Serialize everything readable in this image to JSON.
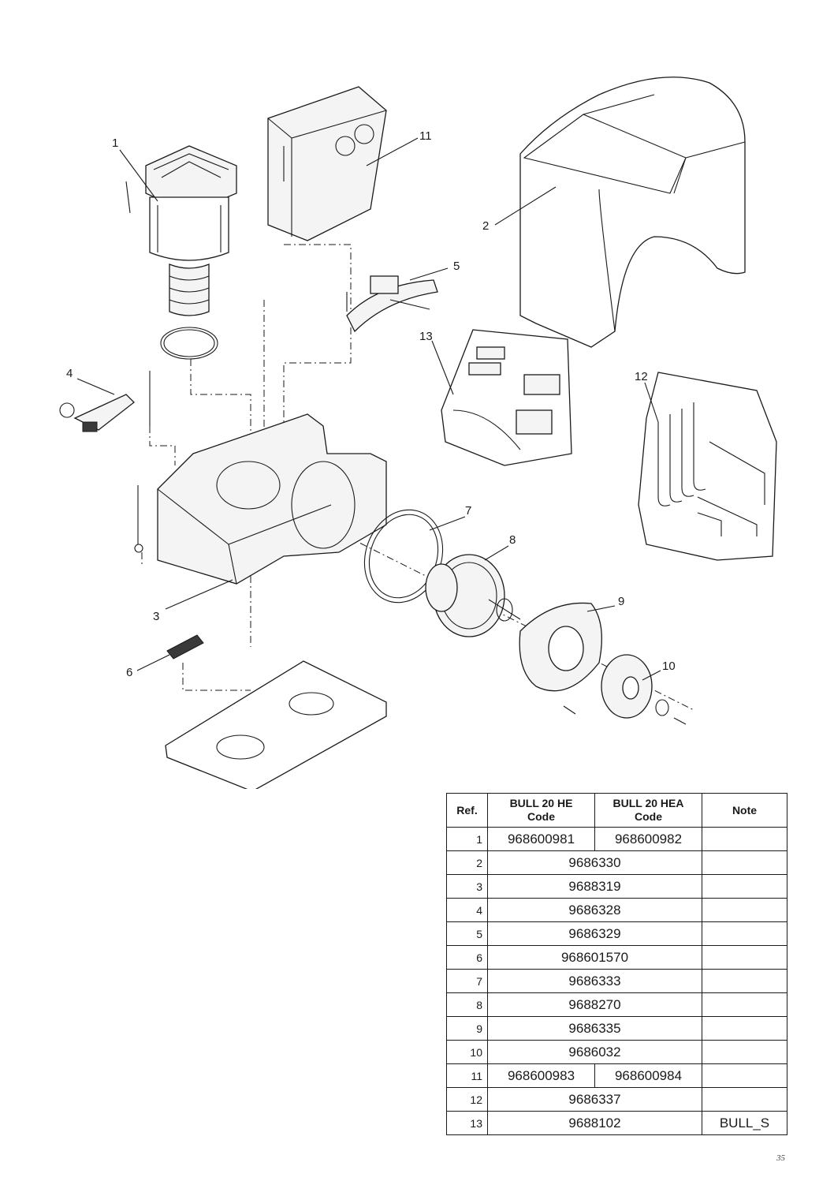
{
  "callouts": [
    "1",
    "2",
    "3",
    "4",
    "5",
    "6",
    "7",
    "8",
    "9",
    "10",
    "11",
    "12",
    "13"
  ],
  "table": {
    "headers": {
      "ref": "Ref.",
      "he_line1": "BULL 20 HE",
      "he_line2": "Code",
      "hea_line1": "BULL 20 HEA",
      "hea_line2": "Code",
      "note": "Note"
    },
    "rows": [
      {
        "ref": "1",
        "he": "968600981",
        "hea": "968600982",
        "note": ""
      },
      {
        "ref": "2",
        "code": "9686330",
        "note": ""
      },
      {
        "ref": "3",
        "code": "9688319",
        "note": ""
      },
      {
        "ref": "4",
        "code": "9686328",
        "note": ""
      },
      {
        "ref": "5",
        "code": "9686329",
        "note": ""
      },
      {
        "ref": "6",
        "code": "968601570",
        "note": ""
      },
      {
        "ref": "7",
        "code": "9686333",
        "note": ""
      },
      {
        "ref": "8",
        "code": "9688270",
        "note": ""
      },
      {
        "ref": "9",
        "code": "9686335",
        "note": ""
      },
      {
        "ref": "10",
        "code": "9686032",
        "note": ""
      },
      {
        "ref": "11",
        "he": "968600983",
        "hea": "968600984",
        "note": ""
      },
      {
        "ref": "12",
        "code": "9686337",
        "note": ""
      },
      {
        "ref": "13",
        "code": "9688102",
        "note": "BULL_S"
      }
    ]
  },
  "page_number": "35"
}
